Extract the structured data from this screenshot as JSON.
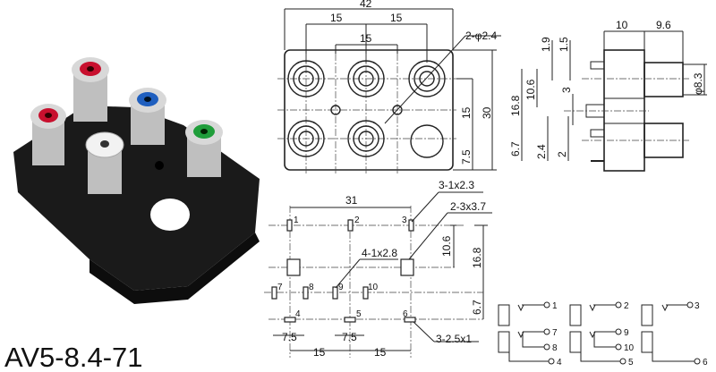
{
  "product": {
    "model": "AV5-8.4-71",
    "jack_colors": {
      "red": "#c8102e",
      "blue": "#1f5fbf",
      "green": "#1f9d3a",
      "white": "#f2f2f2",
      "housing": "#1a1a1a"
    }
  },
  "top_view": {
    "width": "42",
    "pitch_left": "15",
    "pitch_right": "15",
    "pitch_offset": "15",
    "holes": "2-φ2.4",
    "row_pitch": "15",
    "height": "30",
    "bottom_offset": "7.5"
  },
  "side_view": {
    "body_depth": "10",
    "jack_length": "9.6",
    "d1": "1.9",
    "d2": "1.5",
    "d3": "16.8",
    "d4": "10.6",
    "d5": "3",
    "jack_diameter": "φ8.3",
    "d6": "6.7",
    "d7": "2.4",
    "d8": "2"
  },
  "pcb_layout": {
    "span": "31",
    "slot_top": "3-1x2.3",
    "slot_square": "2-3x3.7",
    "slot_mid": "4-1x2.8",
    "slot_bottom": "3-2.5x1",
    "v1": "10.6",
    "v2": "16.8",
    "v3": "6.7",
    "h1": "7.5",
    "h2": "7.5",
    "h3": "15",
    "h4": "15",
    "pins": [
      "1",
      "2",
      "3",
      "4",
      "5",
      "6",
      "7",
      "8",
      "9",
      "10"
    ]
  },
  "schematic": {
    "groups": [
      {
        "pins": [
          "1",
          "7",
          "8",
          "4"
        ]
      },
      {
        "pins": [
          "2",
          "9",
          "10",
          "5"
        ]
      },
      {
        "pins": [
          "3",
          "6"
        ]
      }
    ]
  }
}
